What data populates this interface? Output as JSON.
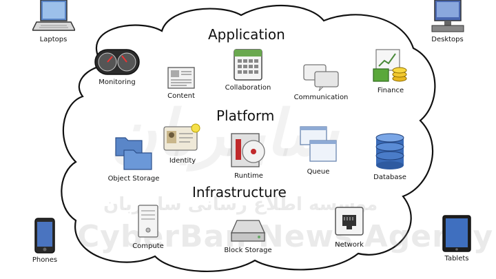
{
  "sections": {
    "application": "Application",
    "platform": "Platform",
    "infrastructure": "Infrastructure"
  },
  "devices": {
    "laptops": "Laptops",
    "desktops": "Desktops",
    "phones": "Phones",
    "tablets": "Tablets"
  },
  "application": {
    "monitoring": "Monitoring",
    "content": "Content",
    "collaboration": "Collaboration",
    "communication": "Communication",
    "finance": "Finance"
  },
  "platform": {
    "identity": "Identity",
    "object_storage": "Object Storage",
    "runtime": "Runtime",
    "queue": "Queue",
    "database": "Database"
  },
  "infrastructure": {
    "compute": "Compute",
    "block_storage": "Block Storage",
    "network": "Network"
  },
  "watermark": {
    "latin": "CyberBan News Agency",
    "arabic": "موسسه اطلاع رسانی سایبربان"
  }
}
